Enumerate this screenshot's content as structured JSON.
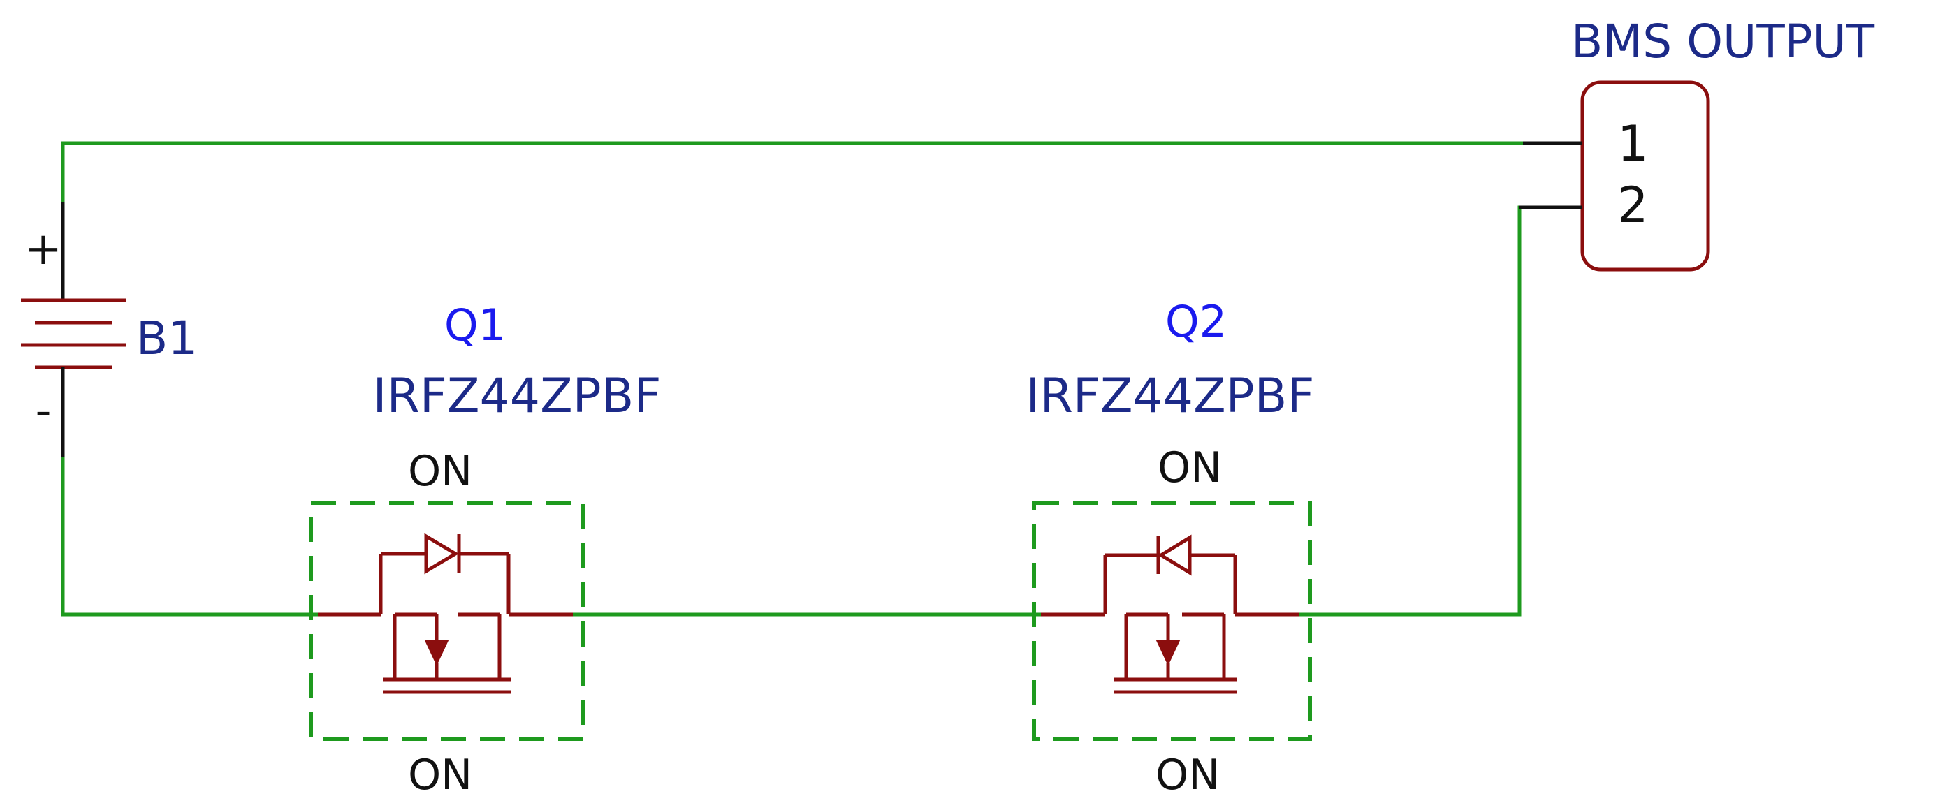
{
  "connector": {
    "title": "BMS OUTPUT",
    "pin1": "1",
    "pin2": "2"
  },
  "battery": {
    "ref": "B1",
    "plus": "+",
    "minus": "-"
  },
  "q1": {
    "ref": "Q1",
    "part": "IRFZ44ZPBF",
    "top_state": "ON",
    "bottom_state": "ON"
  },
  "q2": {
    "ref": "Q2",
    "part": "IRFZ44ZPBF",
    "top_state": "ON",
    "bottom_state": "ON"
  },
  "colors": {
    "wire": "#1e9a1e",
    "symbol": "#8b0e0e",
    "label_navy": "#1c2a88",
    "ref_blue": "#1a1aee"
  }
}
